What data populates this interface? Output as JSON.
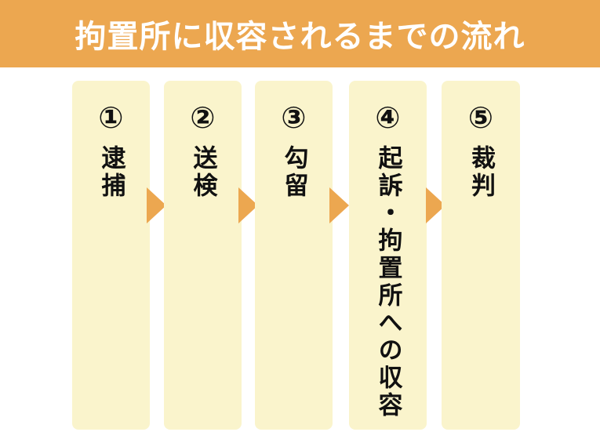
{
  "title": "拘置所に収容されるまでの流れ",
  "colors": {
    "title_background": "#ECA750",
    "box_fill": "#FAF4CC",
    "arrow": "#ECA750",
    "text": "#111111"
  },
  "steps": [
    {
      "number": "①",
      "label": "逮捕"
    },
    {
      "number": "②",
      "label": "送検"
    },
    {
      "number": "③",
      "label": "勾留"
    },
    {
      "number": "④",
      "label": "起訴・拘置所への収容"
    },
    {
      "number": "⑤",
      "label": "裁判"
    }
  ],
  "arrow_icon": "triangle-right-icon"
}
